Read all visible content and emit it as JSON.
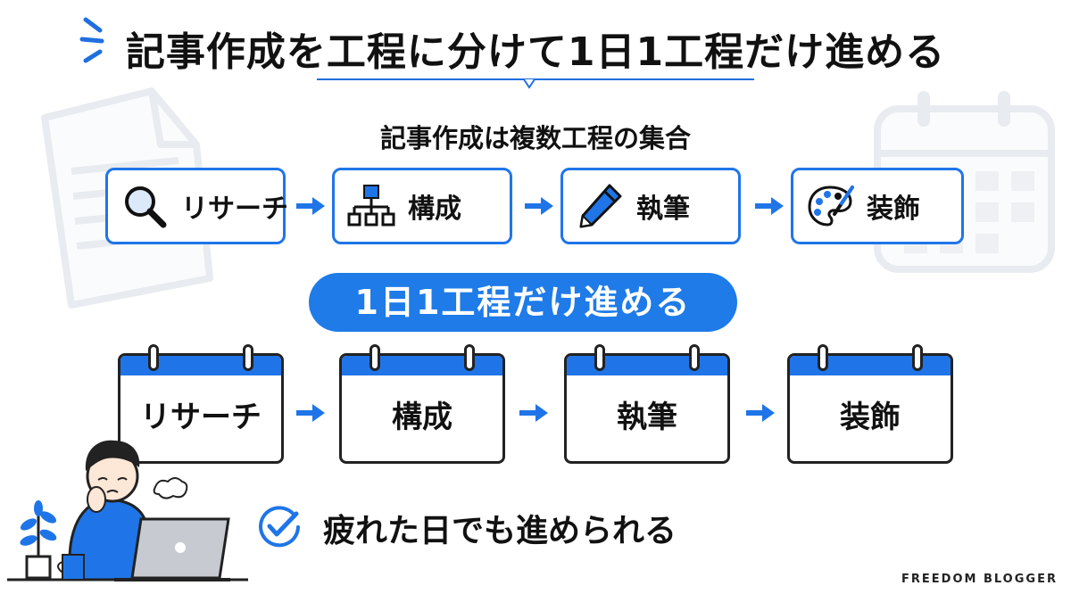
{
  "title": "記事作成を工程に分けて1日1工程だけ進める",
  "subtitle": "記事作成は複数工程の集合",
  "steps": [
    {
      "label": "リサーチ",
      "icon": "magnifier-icon"
    },
    {
      "label": "構成",
      "icon": "structure-icon"
    },
    {
      "label": "執筆",
      "icon": "pen-icon"
    },
    {
      "label": "装飾",
      "icon": "palette-icon"
    }
  ],
  "pill": "1日1工程だけ進める",
  "calendars": [
    {
      "label": "リサーチ"
    },
    {
      "label": "構成"
    },
    {
      "label": "執筆"
    },
    {
      "label": "装飾"
    }
  ],
  "benefit": "疲れた日でも進められる",
  "brand": "FREEDOM BLOGGER",
  "colors": {
    "accent": "#1f75e8",
    "pill": "#1e7be8",
    "text": "#111111"
  }
}
